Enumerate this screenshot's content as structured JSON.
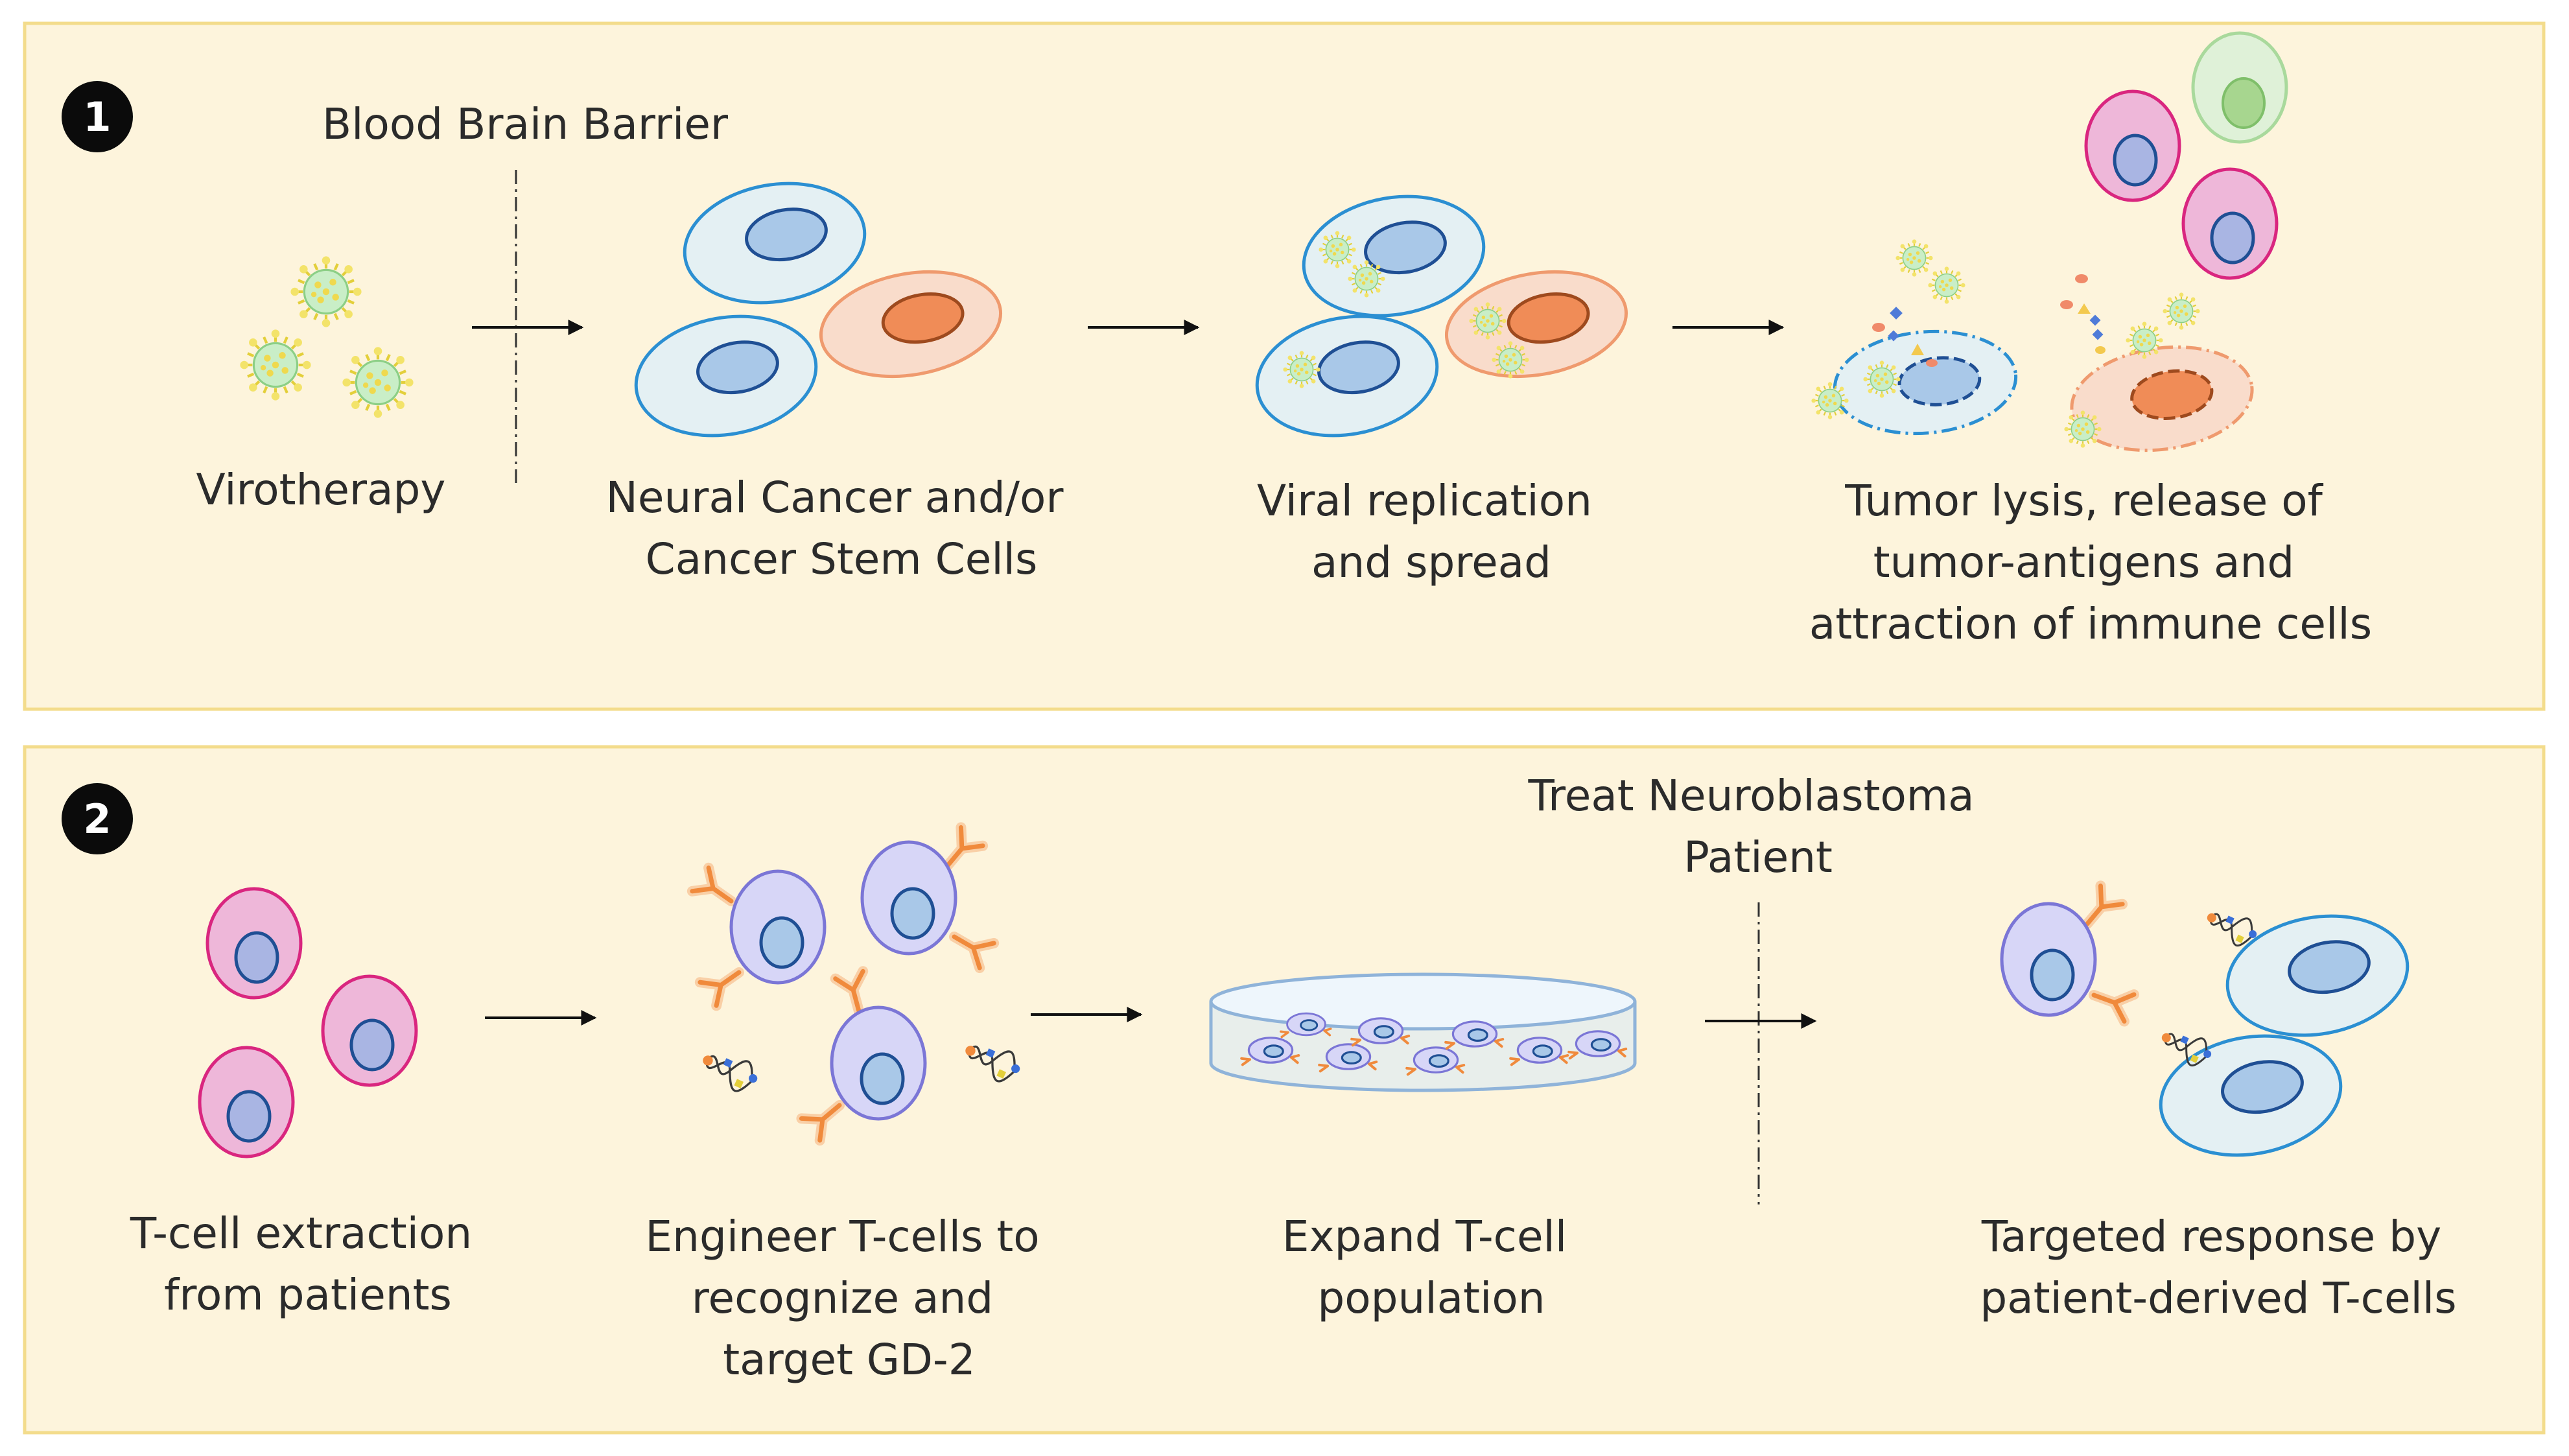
{
  "panels": [
    {
      "number": "1",
      "barrier_label": "Blood Brain Barrier",
      "steps": [
        {
          "lines": [
            "Virotherapy"
          ]
        },
        {
          "lines": [
            "Neural Cancer and/or",
            "Cancer Stem Cells"
          ]
        },
        {
          "lines": [
            "Viral replication",
            "and spread"
          ]
        },
        {
          "lines": [
            "Tumor lysis, release of",
            "tumor-antigens and",
            "attraction of immune cells"
          ]
        }
      ]
    },
    {
      "number": "2",
      "barrier_label": [
        "Treat Neuroblastoma",
        "Patient"
      ],
      "steps": [
        {
          "lines": [
            "T-cell extraction",
            "from patients"
          ]
        },
        {
          "lines": [
            "Engineer T-cells to",
            "recognize and",
            "target GD-2"
          ]
        },
        {
          "lines": [
            "Expand T-cell",
            "population"
          ]
        },
        {
          "lines": [
            "Targeted response by",
            "patient-derived T-cells"
          ]
        }
      ]
    }
  ],
  "colors": {
    "panel_fill": "#fdf4dc",
    "panel_border": "#f3dc8c",
    "neural_cell_fill": "#e4f0f3",
    "neural_cell_stroke": "#2b8fd2",
    "nucleus_fill": "#a9c8e8",
    "nucleus_stroke": "#1f4f94",
    "stem_cell_fill": "#f9dccb",
    "stem_cell_stroke": "#ef9a6e",
    "stem_nucleus_fill": "#f08c57",
    "tcell_fill": "#eeb7d9",
    "tcell_stroke": "#d9267f",
    "engineered_fill": "#d7d6f7",
    "engineered_stroke": "#7b76d6",
    "receptor": "#f08a3c",
    "virus_fill": "#c9eec7",
    "virus_spike": "#e8d33c",
    "green_cell_fill": "#dff1d8",
    "green_cell_stroke": "#a9d99c",
    "green_nucleus": "#a7d68f"
  },
  "icons": [
    "virus-icon",
    "neural-cancer-cell-icon",
    "cancer-stem-cell-icon",
    "t-cell-icon",
    "engineered-t-cell-icon",
    "petri-dish-icon",
    "dna-icon",
    "arrow-icon",
    "barrier-line-icon"
  ]
}
